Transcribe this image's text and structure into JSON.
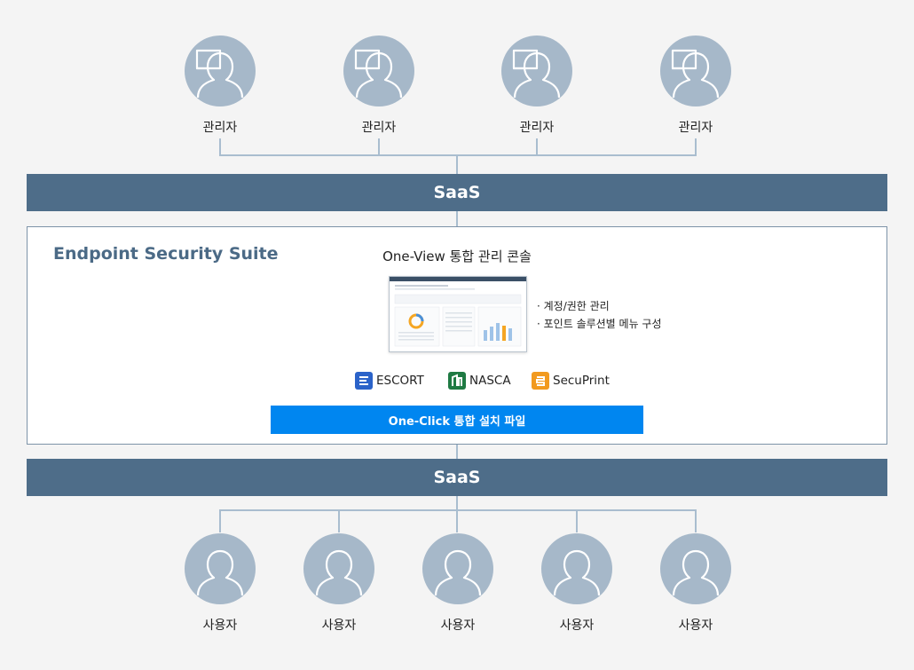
{
  "admins": [
    {
      "label": "관리자",
      "icon": "admin-computer-icon"
    },
    {
      "label": "관리자",
      "icon": "admin-computer-icon"
    },
    {
      "label": "관리자",
      "icon": "admin-computer-icon"
    },
    {
      "label": "관리자",
      "icon": "admin-computer-icon"
    }
  ],
  "top_bar": {
    "label": "SaaS"
  },
  "suite": {
    "title": "Endpoint Security Suite",
    "console_title": "One-View 통합 관리 콘솔",
    "features": [
      "· 계정/권한 관리",
      "· 포인트 솔루션별 메뉴 구성"
    ],
    "products": [
      {
        "label": "ESCORT",
        "color": "#2b63c9",
        "icon": "escort-icon"
      },
      {
        "label": "NASCA",
        "color": "#1f7a43",
        "icon": "nasca-icon"
      },
      {
        "label": "SecuPrint",
        "color": "#f29a1f",
        "icon": "secuprint-icon"
      }
    ],
    "install_bar": "One-Click 통합 설치 파일"
  },
  "bottom_bar": {
    "label": "SaaS"
  },
  "users": [
    {
      "label": "사용자",
      "icon": "user-icon"
    },
    {
      "label": "사용자",
      "icon": "user-icon"
    },
    {
      "label": "사용자",
      "icon": "user-icon"
    },
    {
      "label": "사용자",
      "icon": "user-icon"
    },
    {
      "label": "사용자",
      "icon": "user-icon"
    }
  ],
  "colors": {
    "background": "#f4f4f4",
    "bar": "#4e6d89",
    "avatar": "#a6b8c9",
    "connector": "#a9bdcf",
    "install_bar": "#0086f0"
  }
}
